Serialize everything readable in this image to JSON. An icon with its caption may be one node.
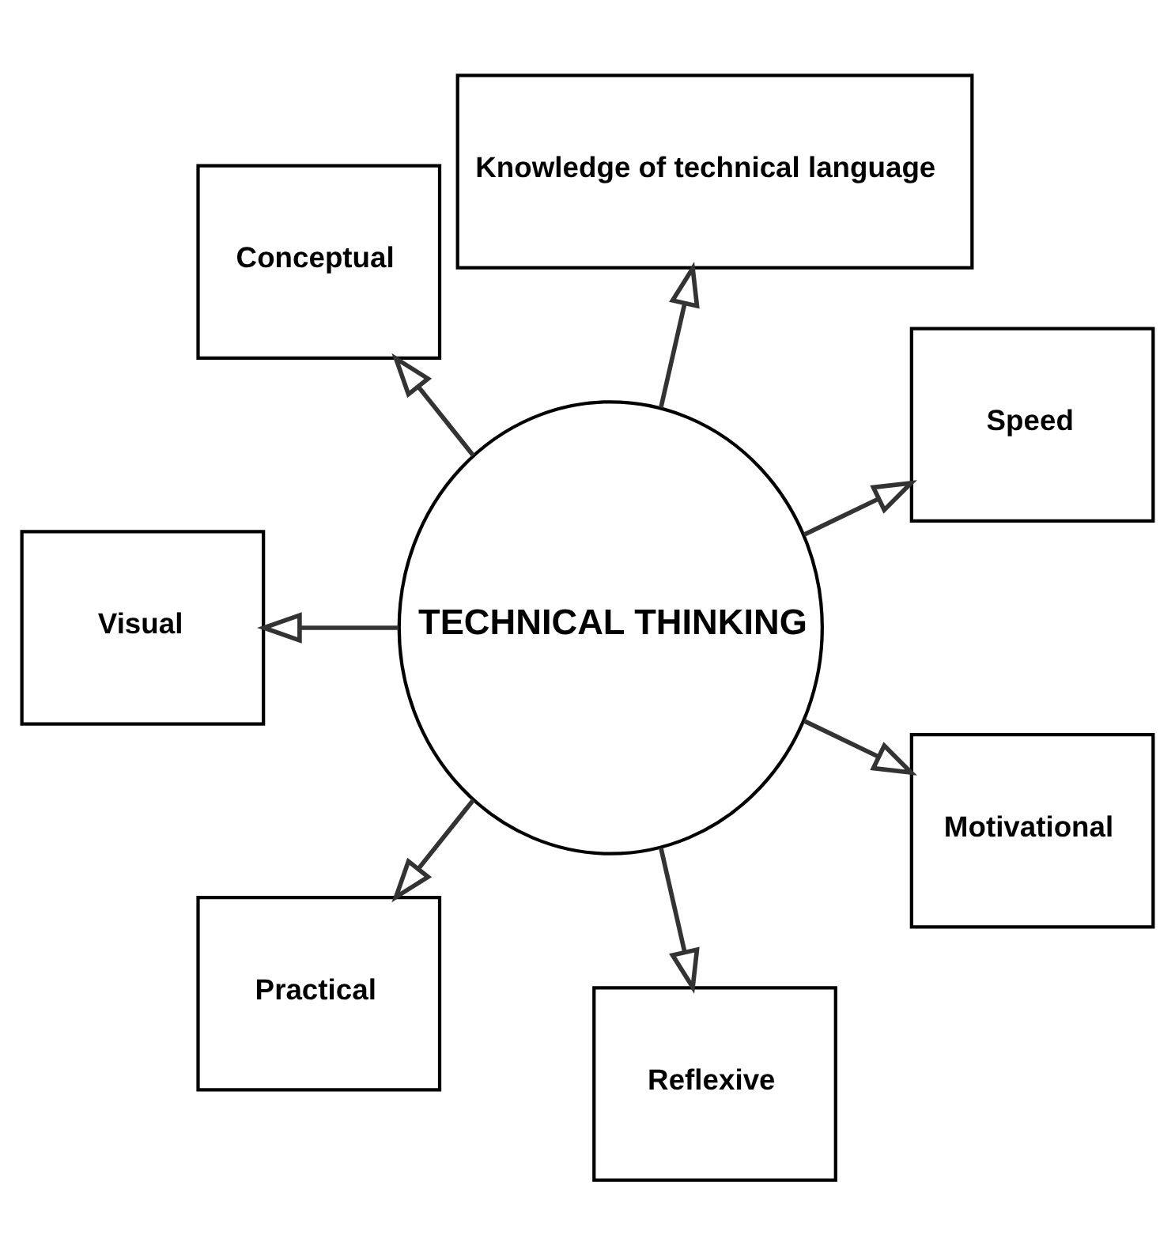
{
  "diagram": {
    "nodes": [
      {
        "text": [
          "TECHNICAL THINKING"
        ]
      },
      {
        "text": [
          "Speed"
        ]
      },
      {
        "text": [
          "Knowledge of technical language"
        ]
      },
      {
        "text": [
          "Conceptual"
        ]
      },
      {
        "text": [
          "Visual"
        ]
      },
      {
        "text": [
          "Practical"
        ]
      },
      {
        "text": [
          "Reflexive"
        ]
      },
      {
        "text": [
          "Motivational"
        ]
      }
    ],
    "edges": [
      {
        "from": 0,
        "to": 1,
        "arrow": "to"
      },
      {
        "from": 0,
        "to": 2,
        "arrow": "to"
      },
      {
        "from": 0,
        "to": 3,
        "arrow": "to"
      },
      {
        "from": 0,
        "to": 4,
        "arrow": "to"
      },
      {
        "from": 0,
        "to": 5,
        "arrow": "to"
      },
      {
        "from": 0,
        "to": 6,
        "arrow": "to"
      },
      {
        "from": 0,
        "to": 7,
        "arrow": "to"
      }
    ]
  }
}
